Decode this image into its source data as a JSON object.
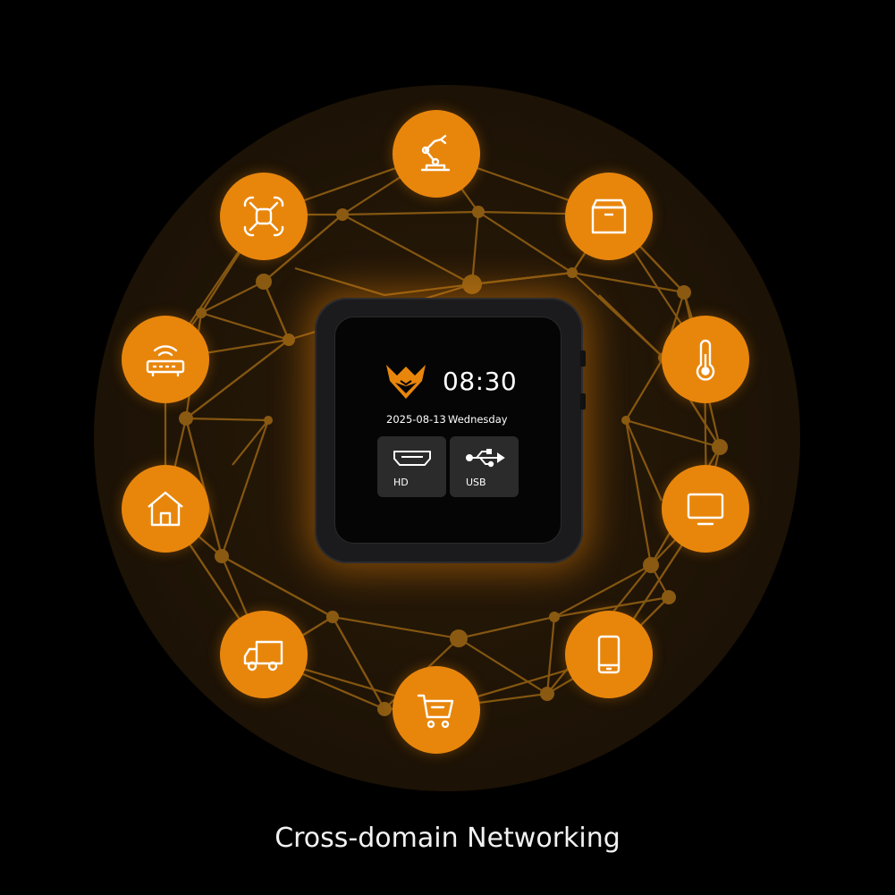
{
  "caption": "Cross-domain Networking",
  "screen": {
    "time": "08:30",
    "date": "2025-08-13",
    "day": "Wednesday",
    "tiles": [
      {
        "label": "HD",
        "icon": "hdmi-port-icon"
      },
      {
        "label": "USB",
        "icon": "usb-icon"
      }
    ]
  },
  "icons": [
    "robot-arm-icon",
    "package-box-icon",
    "thermometer-icon",
    "monitor-icon",
    "smartphone-icon",
    "shopping-cart-icon",
    "delivery-truck-icon",
    "home-icon",
    "router-icon",
    "drone-icon"
  ],
  "colors": {
    "accent": "#e8860c",
    "mesh": "#8a5a12",
    "background": "#000000"
  }
}
